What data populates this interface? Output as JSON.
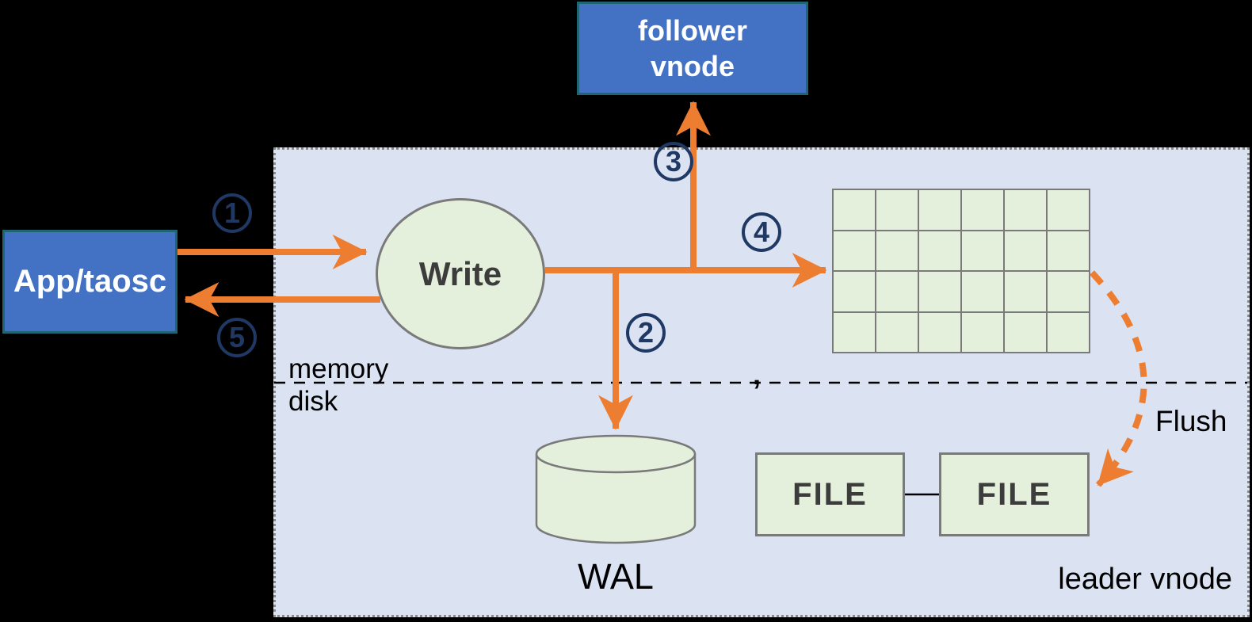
{
  "title": "leader vnode write flow diagram",
  "colors": {
    "background": "#000000",
    "container_fill": "#dbe3f3",
    "container_border": "#8a8a8a",
    "node_blue_fill": "#4372c5",
    "node_blue_border": "#1e6673",
    "green_fill": "#e4efdc",
    "shape_border": "#7a7a7a",
    "arrow_orange": "#ed7d31",
    "step_navy": "#1f3864",
    "text_dark": "#3c3c3c"
  },
  "nodes": {
    "app": {
      "label": "App/taosc"
    },
    "follower": {
      "line1": "follower",
      "line2": "vnode"
    },
    "write": {
      "label": "Write"
    },
    "wal": {
      "label": "WAL"
    },
    "file1": {
      "label": "FILE"
    },
    "file2": {
      "label": "FILE"
    }
  },
  "labels": {
    "memory": "memory",
    "disk": "disk",
    "flush": "Flush",
    "leader": "leader vnode",
    "separator_mark": ","
  },
  "steps": [
    "1",
    "2",
    "3",
    "4",
    "5"
  ],
  "grid": {
    "rows": 4,
    "cols": 6
  }
}
